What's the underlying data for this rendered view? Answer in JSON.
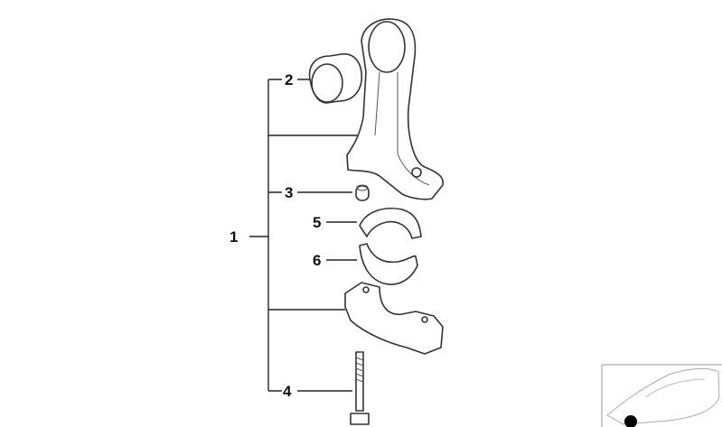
{
  "diagram": {
    "callouts": [
      {
        "id": "1",
        "label": "1"
      },
      {
        "id": "2",
        "label": "2"
      },
      {
        "id": "3",
        "label": "3"
      },
      {
        "id": "4",
        "label": "4"
      },
      {
        "id": "5",
        "label": "5"
      },
      {
        "id": "6",
        "label": "6"
      }
    ],
    "parts": [
      "connecting-rod",
      "bushing",
      "dowel-sleeve",
      "upper-bearing-shell",
      "lower-bearing-shell",
      "rod-cap",
      "bolt"
    ],
    "thumbnail": {
      "icon": "car-location-icon",
      "marker_color": "#000000"
    }
  }
}
